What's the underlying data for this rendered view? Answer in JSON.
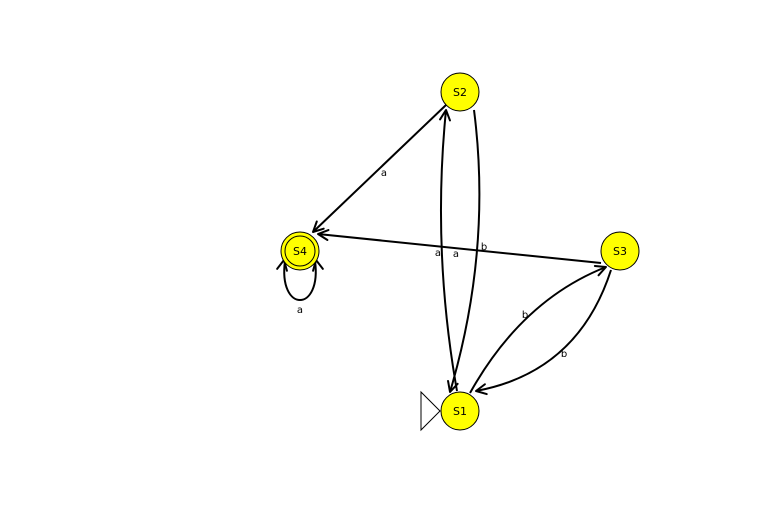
{
  "diagram": {
    "state_fill": "#ffff00",
    "edge_color": "#000000",
    "start_state": "S1",
    "accepting_states": [
      "S4"
    ],
    "states": [
      {
        "id": "S1",
        "label": "S1",
        "start": true,
        "accepting": false
      },
      {
        "id": "S2",
        "label": "S2",
        "start": false,
        "accepting": false
      },
      {
        "id": "S3",
        "label": "S3",
        "start": false,
        "accepting": false
      },
      {
        "id": "S4",
        "label": "S4",
        "start": false,
        "accepting": true
      }
    ],
    "transitions": [
      {
        "from": "S1",
        "to": "S2",
        "label": "a"
      },
      {
        "from": "S2",
        "to": "S1",
        "label": "b"
      },
      {
        "from": "S2",
        "to": "S4",
        "label": "a"
      },
      {
        "from": "S3",
        "to": "S4",
        "label": "a"
      },
      {
        "from": "S1",
        "to": "S3",
        "label": "b"
      },
      {
        "from": "S3",
        "to": "S1",
        "label": "b"
      },
      {
        "from": "S4",
        "to": "S4",
        "label": "a"
      }
    ]
  }
}
